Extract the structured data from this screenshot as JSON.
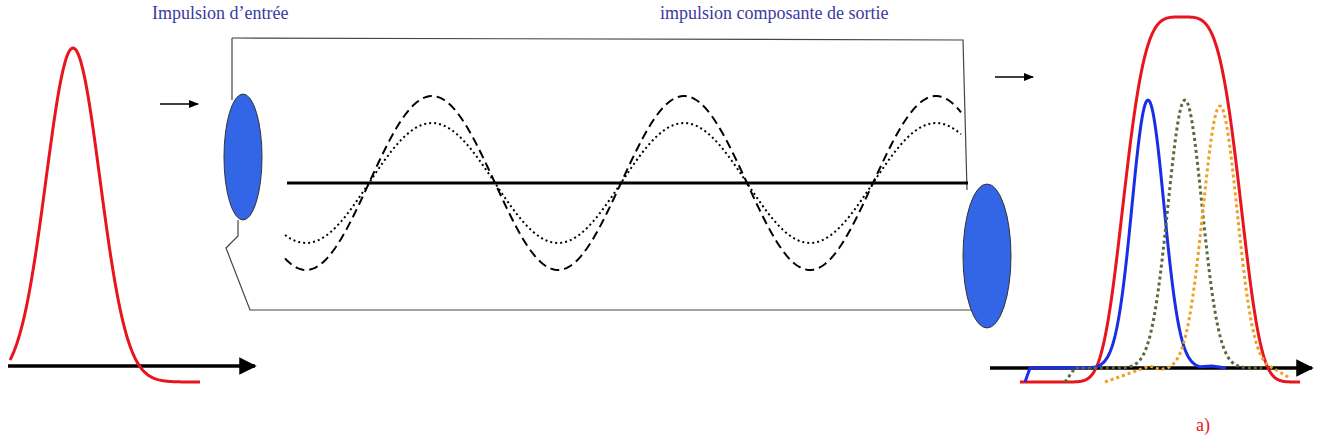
{
  "diagram": {
    "labels": [
      "Impulsion d’entrée",
      "impulsion composante de sortie",
      "a)"
    ]
  }
}
